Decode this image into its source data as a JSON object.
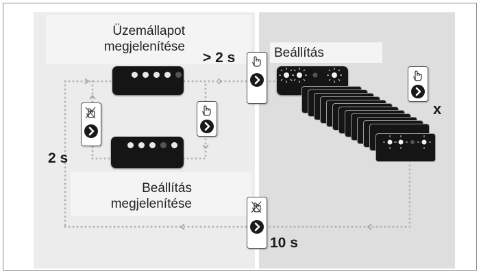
{
  "labels": {
    "show_operating": [
      "Üzemállapot",
      "megjelenítése"
    ],
    "show_setting": [
      "Beállítás",
      "megjelenítése"
    ],
    "setting": "Beállítás",
    "long_press": "> 2 s",
    "two_s": "2 s",
    "ten_s": "10 s",
    "times": "x"
  },
  "icons": {
    "hand": "hand-press-icon",
    "no_hand": "hand-crossed-icon",
    "arrow": "arrow-right-circle-icon"
  },
  "colors": {
    "left_panel": "#ececec",
    "right_panel": "#dedede",
    "device": "#151515",
    "led_on": "#e8e8e8",
    "led_off": "#555555",
    "flow_dots": "#b5b5b5"
  }
}
